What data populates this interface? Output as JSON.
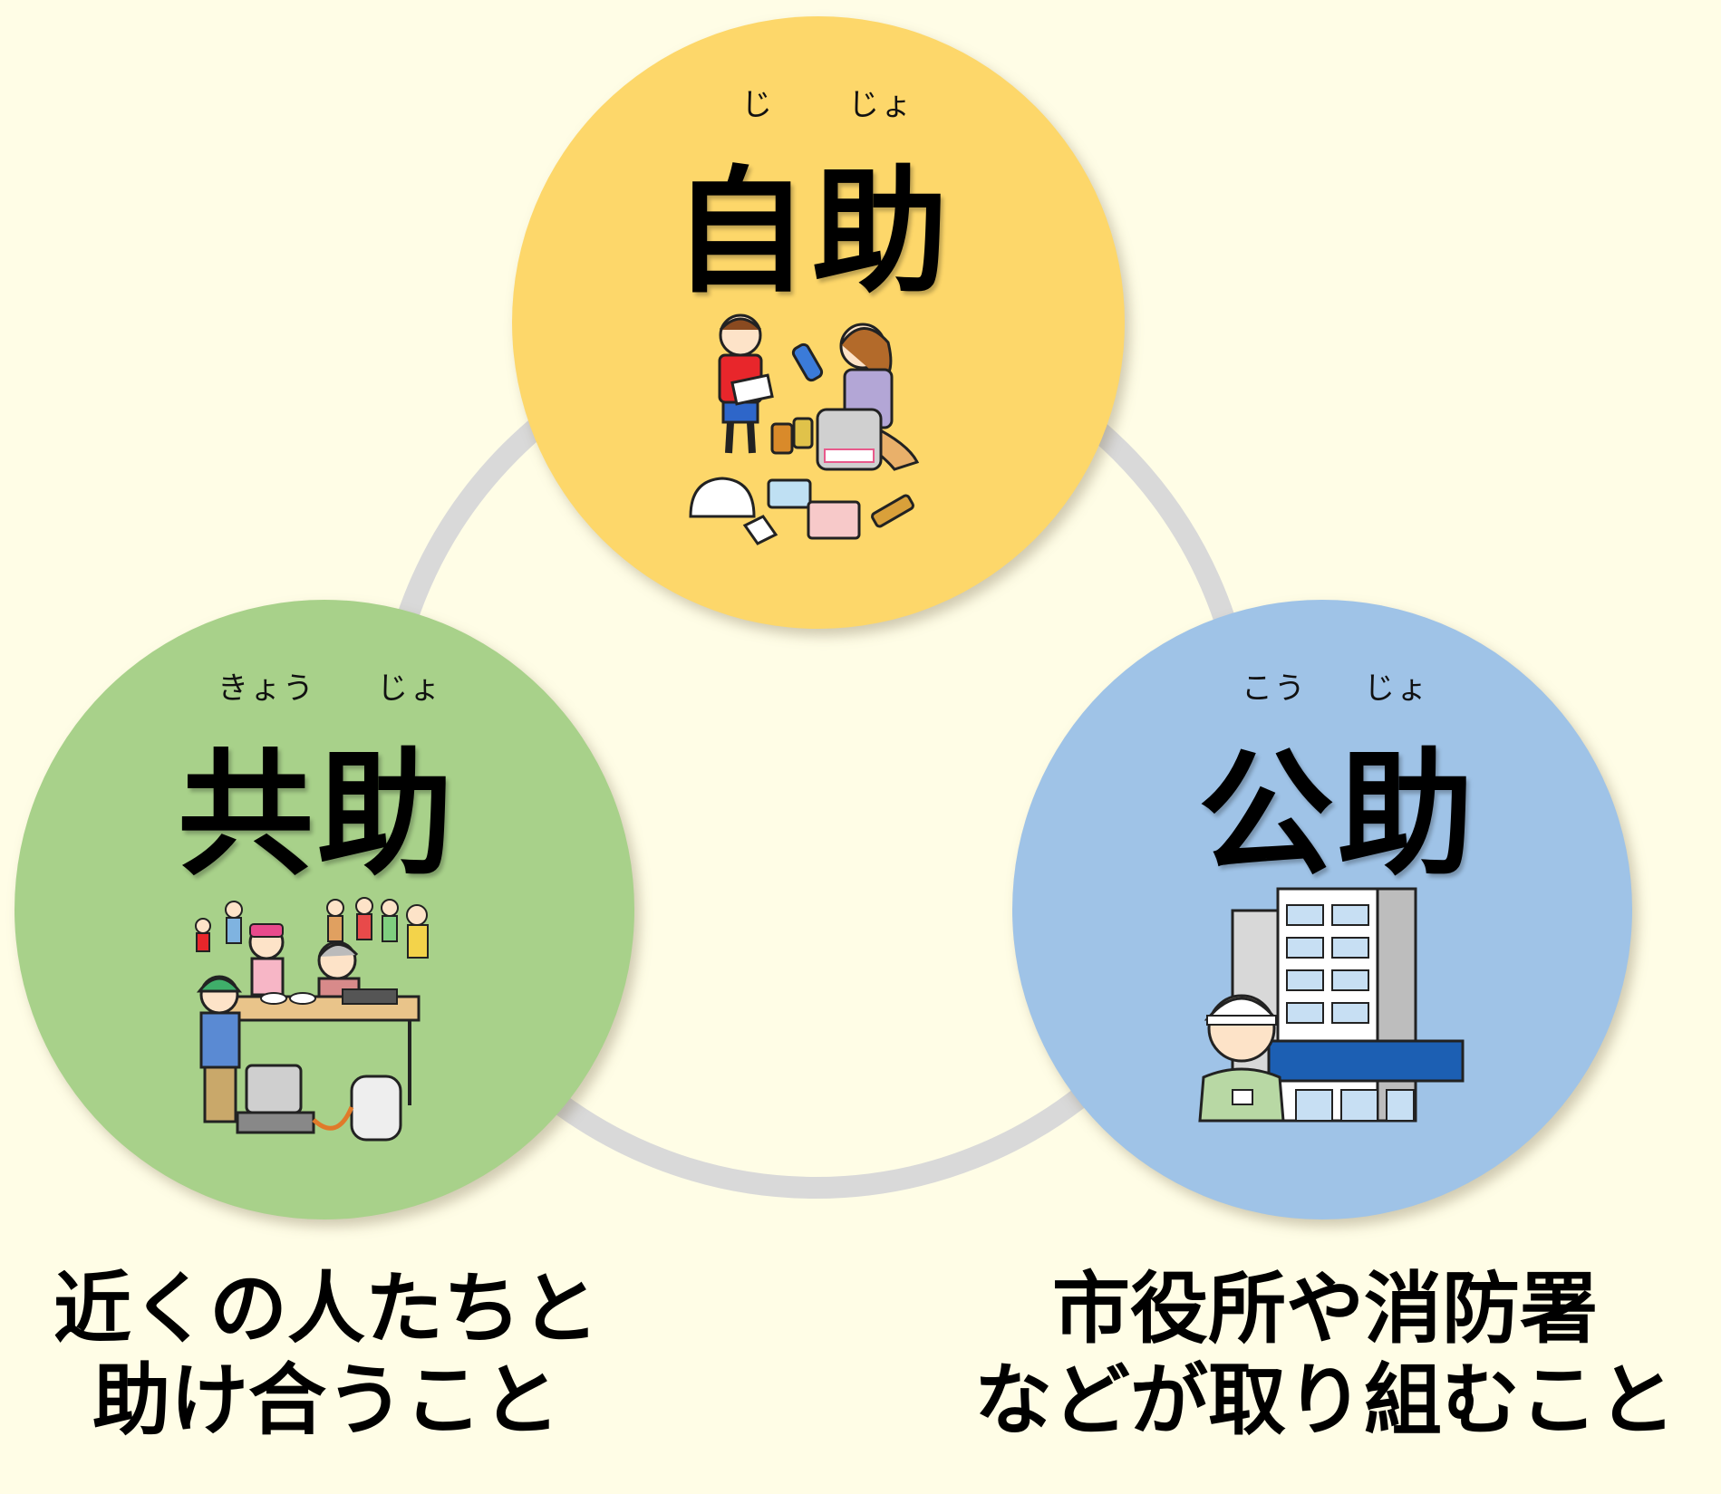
{
  "colors": {
    "background": "#fffde6",
    "jijo": "#fdd76a",
    "kyojo": "#a8d18a",
    "kojo": "#9fc3e7",
    "ring": "#d9d9d9"
  },
  "jijo": {
    "ruby_1": "じ",
    "ruby_2": "じょ",
    "title": "自助",
    "illustration": "family-preparing-emergency-kit"
  },
  "kyojo": {
    "ruby_1": "きょう",
    "ruby_2": "じょ",
    "title": "共助",
    "illustration": "neighbors-sharing-food"
  },
  "kojo": {
    "ruby_1": "こう",
    "ruby_2": "じょ",
    "title": "公助",
    "illustration": "official-with-city-hall"
  },
  "captions": {
    "kyojo_line1": "近くの人たちと",
    "kyojo_line2": "助け合うこと",
    "kojo_line1": "市役所や消防署",
    "kojo_line2": "などが取り組むこと"
  }
}
